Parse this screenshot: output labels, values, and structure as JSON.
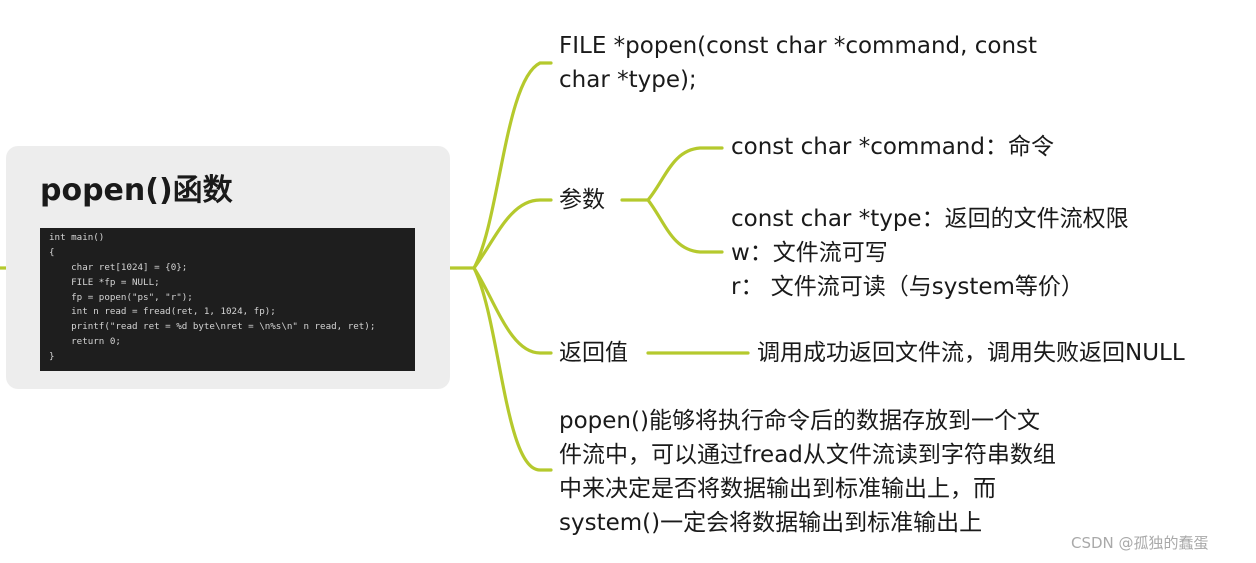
{
  "root": {
    "title": "popen()函数",
    "code_lines": [
      "int main()",
      "{",
      "    char ret[1024] = {0};",
      "    FILE *fp = NULL;",
      "    fp = popen(\"ps\", \"r\");",
      "    int n read = fread(ret, 1, 1024, fp);",
      "    printf(\"read ret = %d byte\\nret = \\n%s\\n\" n read, ret);",
      "    return 0;",
      "}"
    ]
  },
  "branches": {
    "prototype": {
      "line1": "FILE *popen(const char *command, const",
      "line2": "char *type);"
    },
    "params": {
      "label": "参数",
      "command": "const char *command：命令",
      "type_line": "const char *type：返回的文件流权限",
      "w_line": "w：文件流可写",
      "r_line": "r： 文件流可读（与system等价）"
    },
    "return_value": {
      "label": "返回值",
      "detail": "调用成功返回文件流，调用失败返回NULL"
    },
    "description": {
      "line1": "popen()能够将执行命令后的数据存放到一个文",
      "line2": "件流中，可以通过fread从文件流读到字符串数组",
      "line3": "中来决定是否将数据输出到标准输出上，而",
      "line4": "system()一定会将数据输出到标准输出上"
    }
  },
  "watermark": "CSDN @孤独的蠢蛋",
  "colors": {
    "connector": "#b5c92d",
    "card_background": "#ededed",
    "code_background": "#1e1e1e"
  }
}
